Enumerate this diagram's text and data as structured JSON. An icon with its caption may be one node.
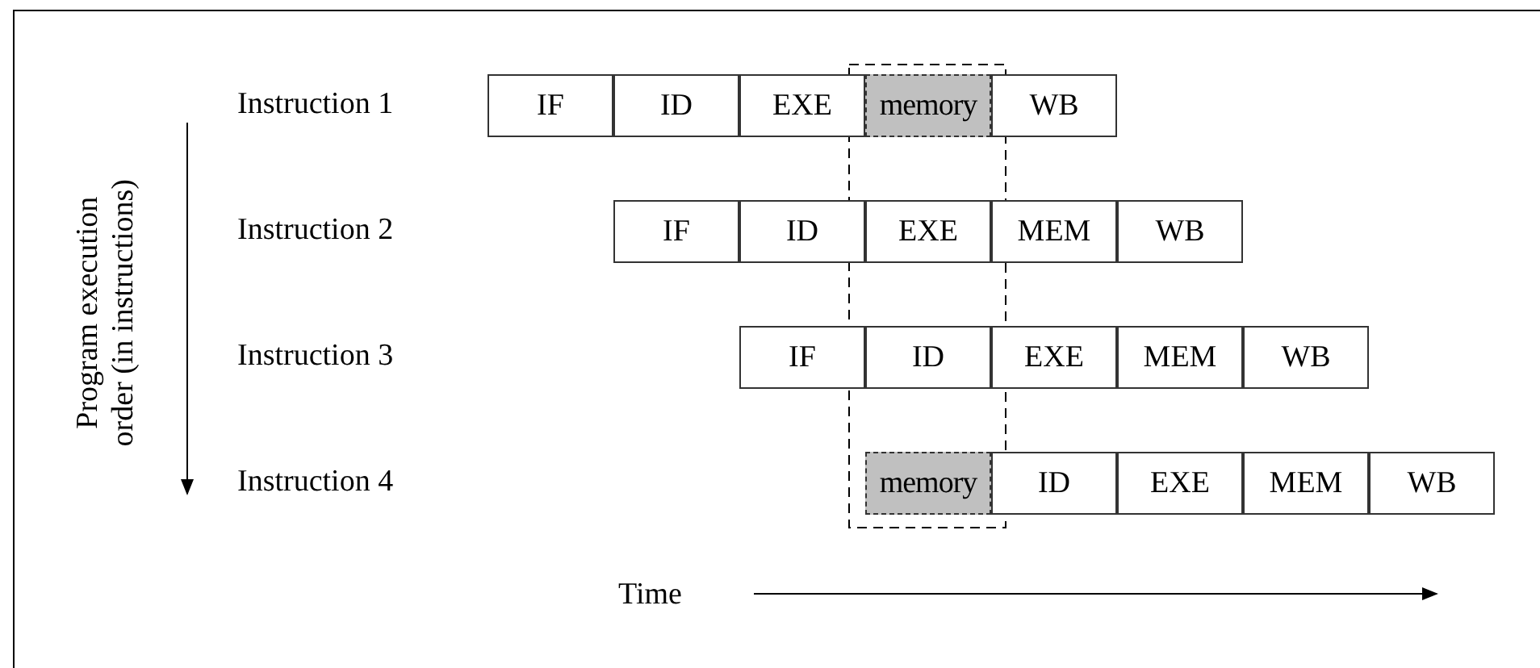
{
  "diagram": {
    "nodes": [
      {
        "text": [
          "IF"
        ]
      },
      {
        "text": [
          "ID"
        ]
      },
      {
        "text": [
          "EXE"
        ]
      },
      {
        "text": [
          "memory"
        ]
      },
      {
        "text": [
          "WB"
        ]
      },
      {
        "text": [
          "IF"
        ]
      },
      {
        "text": [
          "ID"
        ]
      },
      {
        "text": [
          "EXE"
        ]
      },
      {
        "text": [
          "MEM"
        ]
      },
      {
        "text": [
          "WB"
        ]
      },
      {
        "text": [
          "IF"
        ]
      },
      {
        "text": [
          "ID"
        ]
      },
      {
        "text": [
          "EXE"
        ]
      },
      {
        "text": [
          "MEM"
        ]
      },
      {
        "text": [
          "WB"
        ]
      },
      {
        "text": [
          "memory"
        ]
      },
      {
        "text": [
          "ID"
        ]
      },
      {
        "text": [
          "EXE"
        ]
      },
      {
        "text": [
          "MEM"
        ]
      },
      {
        "text": [
          "WB"
        ]
      }
    ],
    "labels": [
      "Program execution order (in instructions)",
      "Instruction 1",
      "Instruction 2",
      "Instruction 3",
      "Instruction 4",
      "Time"
    ]
  }
}
